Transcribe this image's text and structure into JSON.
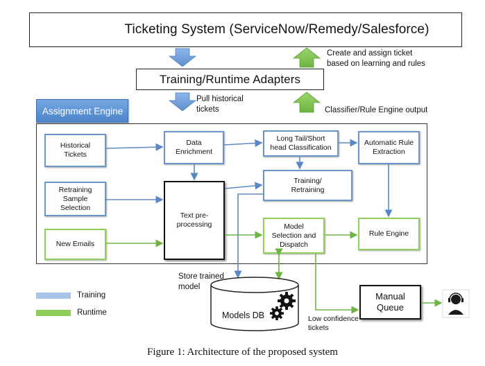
{
  "ticketing_system": "Ticketing System (ServiceNow/Remedy/Salesforce)",
  "adapters": "Training/Runtime Adapters",
  "annotations": {
    "create_assign": [
      "Create and assign ticket",
      "based on learning and rules"
    ],
    "pull_historical": [
      "Pull historical",
      "tickets"
    ],
    "classifier_output": "Classifier/Rule Engine output",
    "store_trained_model": [
      "Store trained",
      "model"
    ],
    "low_confidence": [
      "Low confidence",
      "tickets"
    ]
  },
  "assignment_engine": {
    "title": "Assignment Engine",
    "nodes": {
      "historical_tickets": [
        "Historical",
        "Tickets"
      ],
      "data_enrichment": [
        "Data",
        "Enrichment"
      ],
      "long_tail": [
        "Long Tail/Short",
        "head Classification"
      ],
      "auto_rule": [
        "Automatic Rule",
        "Extraction"
      ],
      "retraining_sample": [
        "Retraining",
        "Sample",
        "Selection"
      ],
      "text_preprocessing": [
        "Text pre-",
        "processing"
      ],
      "training_retraining": [
        "Training/",
        "Retraining"
      ],
      "new_emails": "New Emails",
      "model_selection": [
        "Model",
        "Selection and",
        "Dispatch"
      ],
      "rule_engine": "Rule Engine"
    }
  },
  "models_db": "Models DB",
  "manual_queue": [
    "Manual",
    "Queue"
  ],
  "legend": {
    "training": "Training",
    "runtime": "Runtime"
  },
  "colors": {
    "training": "#6b95c9",
    "runtime": "#8dcf5a",
    "arrow_blue": "#6fa0da",
    "arrow_green": "#7ec14f"
  },
  "caption": "Figure 1: Architecture of the proposed system"
}
